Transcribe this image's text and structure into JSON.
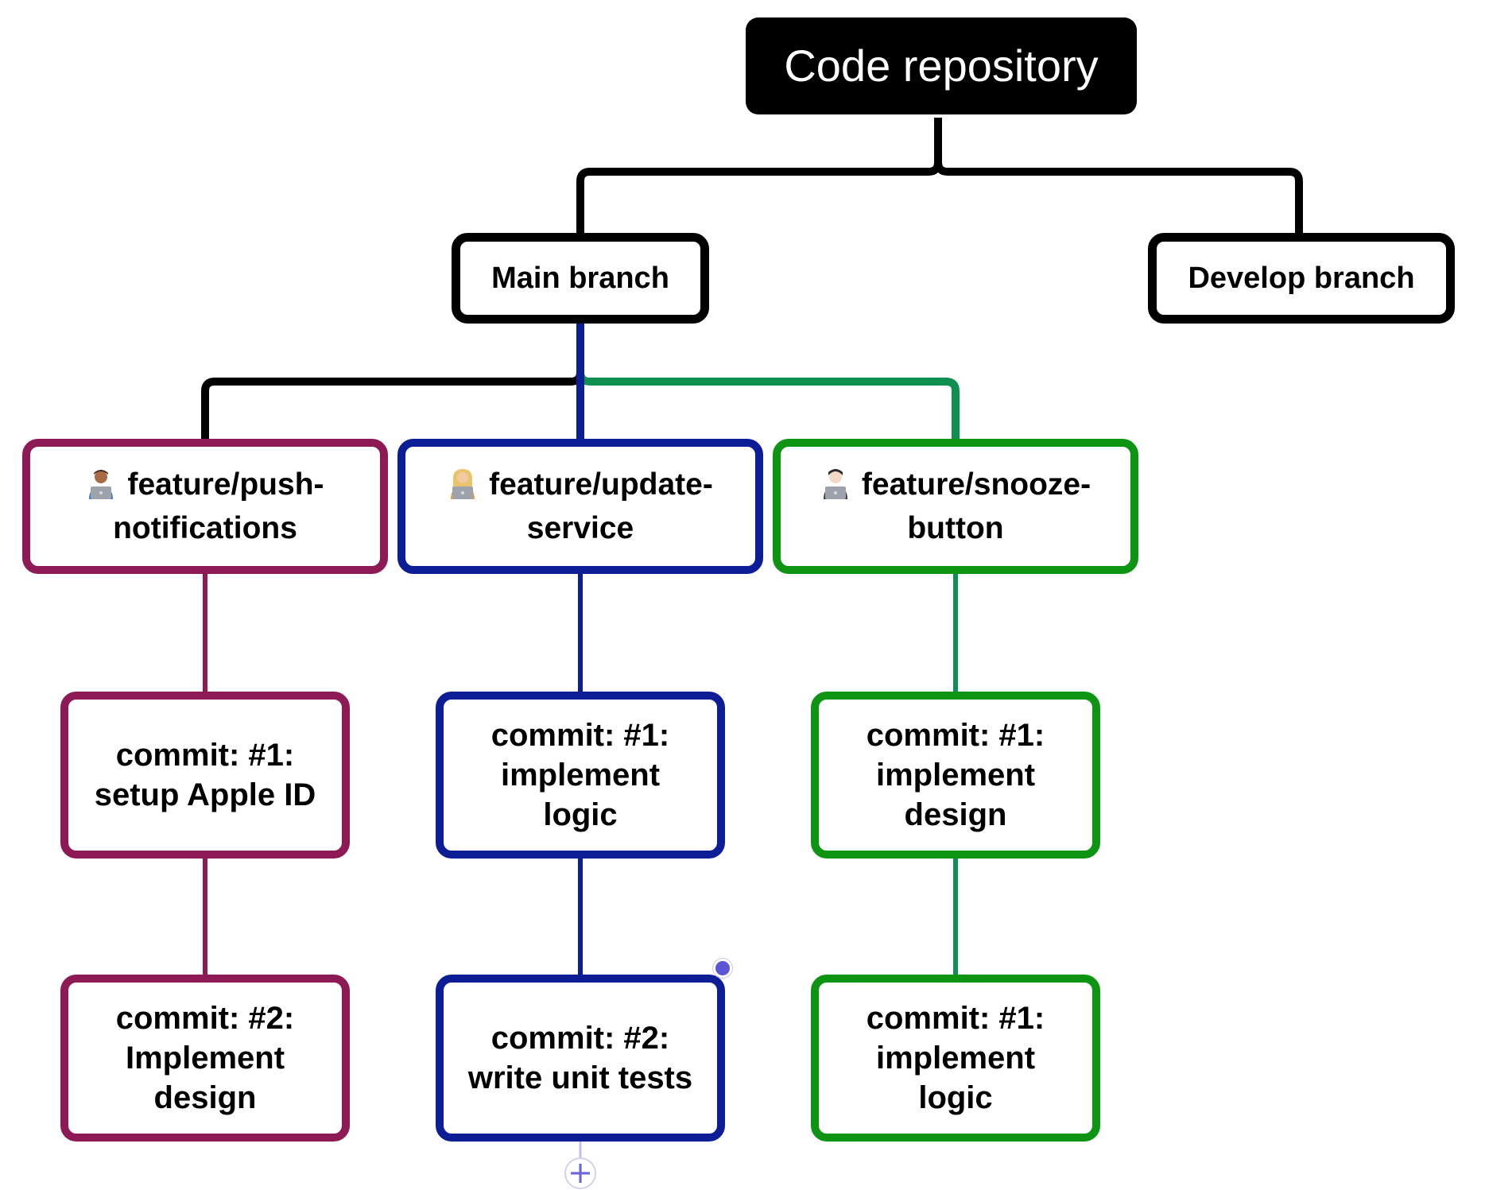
{
  "colors": {
    "root_bg": "#000000",
    "root_text": "#ffffff",
    "branch_border": "#000000",
    "push_border": "#8d1a54",
    "update_border": "#0c1d96",
    "snooze_border": "#0c9412",
    "push_connector": "#8d1a54",
    "update_connector": "#0c1d96",
    "snooze_connector": "#0f8f52",
    "selection_accent": "#5a56d6"
  },
  "root": {
    "label": "Code repository"
  },
  "branches": {
    "main": {
      "label": "Main branch"
    },
    "develop": {
      "label": "Develop branch"
    }
  },
  "features": [
    {
      "id": "push",
      "label": "feature/push-notifications",
      "icon": "technologist-medium-skin-icon",
      "commits": [
        {
          "label": "commit: #1: setup Apple ID"
        },
        {
          "label": "commit: #2: Implement design"
        }
      ]
    },
    {
      "id": "update",
      "label": "feature/update-service",
      "icon": "technologist-blond-icon",
      "commits": [
        {
          "label": "commit: #1: implement logic"
        },
        {
          "label": "commit: #2: write unit tests"
        }
      ]
    },
    {
      "id": "snooze",
      "label": "feature/snooze-button",
      "icon": "technologist-light-skin-icon",
      "commits": [
        {
          "label": "commit: #1: implement design"
        },
        {
          "label": "commit: #1: implement logic"
        }
      ]
    }
  ],
  "add_button": {
    "label": "+"
  }
}
